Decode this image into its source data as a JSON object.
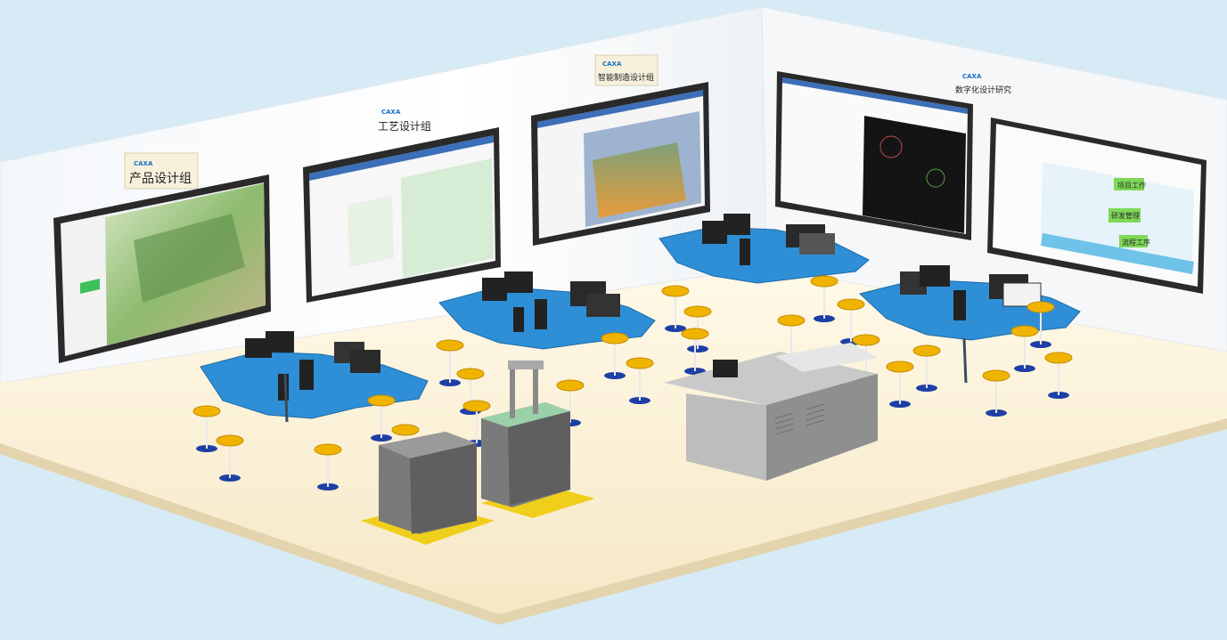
{
  "brand_tag": "CAXA",
  "signs": {
    "product_design": "产品设计组",
    "process_design": "工艺设计组",
    "tooling_design": "智能制造设计组",
    "digital_design": "数字化设计研究"
  },
  "workflow_labels": [
    "项目工作",
    "研发管理",
    "流程工序"
  ],
  "colors": {
    "background": "#d6ebf6",
    "wall": "#ffffff",
    "floor": "#fdf6df",
    "desk": "#2e8fd6",
    "stool_seat": "#f0b400",
    "stool_base": "#1d3fa6",
    "machine": "#6f6f6f",
    "machine_stripe": "#f0cf1c"
  },
  "icons": [
    "monitor-icon",
    "stool-icon",
    "workstation-icon"
  ]
}
